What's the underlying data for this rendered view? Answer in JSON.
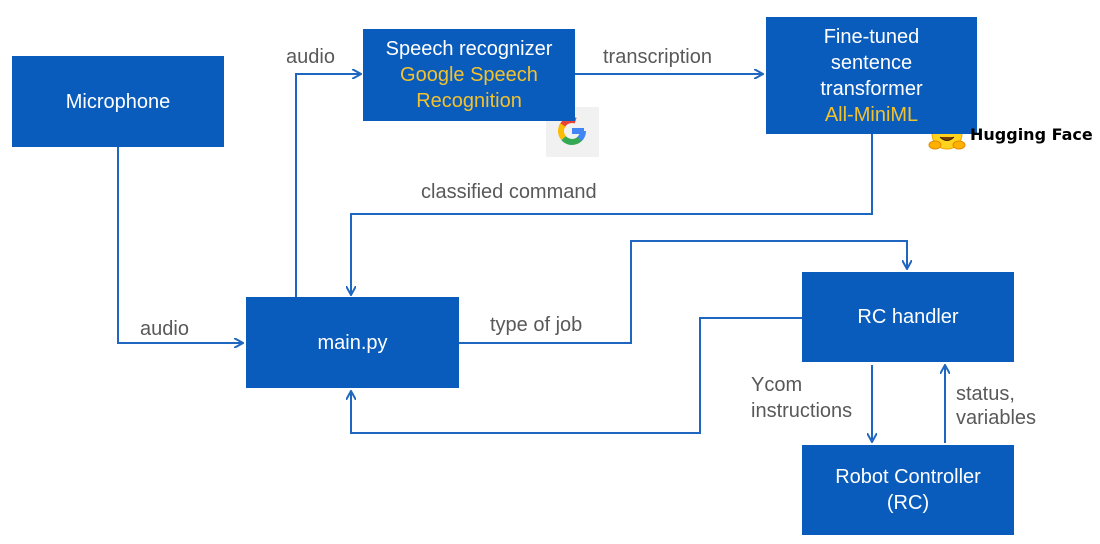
{
  "nodes": {
    "microphone": {
      "label": "Microphone"
    },
    "speech_recognizer": {
      "label": "Speech recognizer",
      "sub_line1": "Google Speech",
      "sub_line2": "Recognition"
    },
    "sentence_transformer": {
      "line1": "Fine-tuned",
      "line2": "sentence",
      "line3": "transformer",
      "sub": "All-MiniML"
    },
    "main": {
      "label": "main.py"
    },
    "rc_handler": {
      "label": "RC handler"
    },
    "robot_controller": {
      "line1": "Robot Controller",
      "line2": "(RC)"
    }
  },
  "edges": {
    "audio_mic_to_main": "audio",
    "audio_main_to_speech": "audio",
    "transcription": "transcription",
    "classified_command": "classified command",
    "type_of_job": "type of job",
    "ycom_line1": "Ycom",
    "ycom_line2": "instructions",
    "status_line1": "status,",
    "status_line2": "variables"
  },
  "logos": {
    "google": {
      "icon": "google-g-icon"
    },
    "hugging_face": {
      "icon": "hugging-face-emoji-icon",
      "text": "Hugging Face"
    }
  },
  "colors": {
    "box": "#0a5cbc",
    "highlight": "#f2c12e",
    "arrow": "#1f66c1",
    "label": "#595959"
  }
}
